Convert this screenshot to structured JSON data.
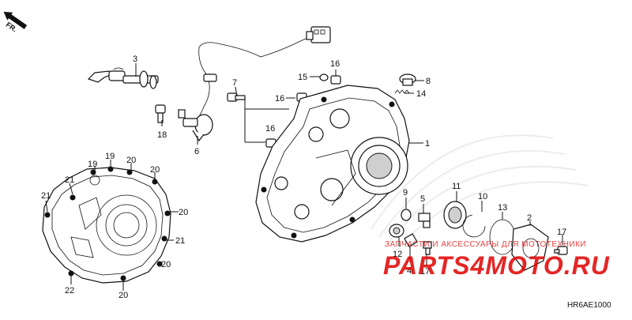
{
  "diagram": {
    "direction_label": "FR.",
    "diagram_code": "HR6AE1000",
    "watermark": {
      "logo": "PARTS4MOTO.RU",
      "tagline": "ЗАПЧАСТИ И АКСЕССУАРЫ ДЛЯ МОТОТЕХНИКИ"
    },
    "callouts": [
      "1",
      "2",
      "3",
      "4",
      "5",
      "6",
      "7",
      "8",
      "9",
      "10",
      "11",
      "12",
      "13",
      "14",
      "15",
      "16",
      "17",
      "18",
      "19",
      "20",
      "21",
      "22"
    ]
  }
}
